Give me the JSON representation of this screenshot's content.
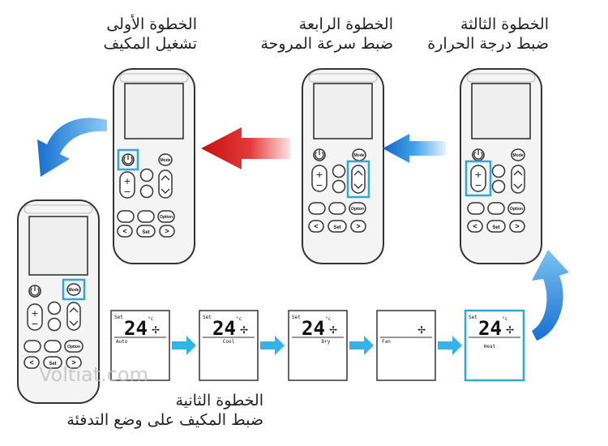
{
  "steps": {
    "step1": {
      "title": "الخطوة الأولى",
      "subtitle": "تشغيل المكيف"
    },
    "step2": {
      "title": "الخطوة الثانية",
      "subtitle": "ضبط المكيف على وضع التدفئة"
    },
    "step3": {
      "title": "الخطوة الثالثة",
      "subtitle": "ضبط درجة الحرارة"
    },
    "step4": {
      "title": "الخطوة الرابعة",
      "subtitle": "ضبط سرعة المروحة"
    }
  },
  "remote": {
    "mode_label": "Mode",
    "option_label": "Option",
    "set_label": "Set",
    "plus_label": "+",
    "minus_label": "−",
    "left_label": "<",
    "right_label": ">"
  },
  "display": {
    "set_label": "Set",
    "temperature": "24",
    "degree": "°c",
    "modes": [
      "Auto",
      "Cool",
      "Dry",
      "Fan",
      "Heat"
    ]
  },
  "watermark": "Voltiat.com",
  "colors": {
    "highlight": "#2fa8d5",
    "blue_arrow": "#1f86d6",
    "red_arrow": "#d42020",
    "flow_arrow": "#35b3e6"
  }
}
